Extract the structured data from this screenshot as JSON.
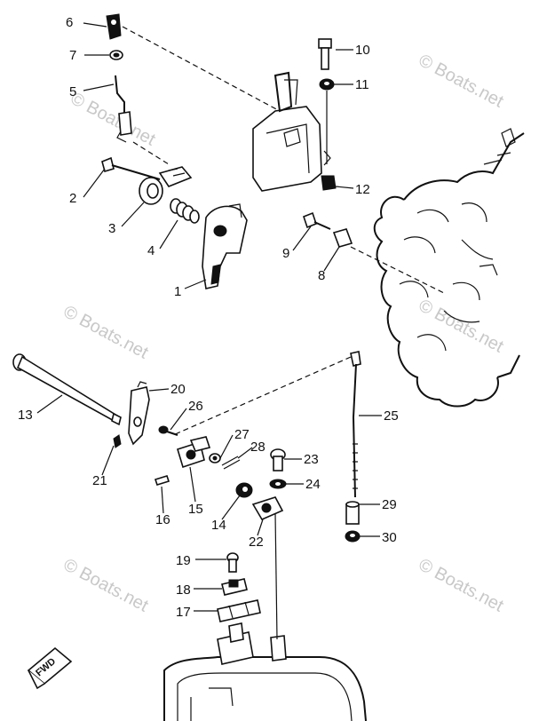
{
  "watermarks": [
    "© Boats.net",
    "© Boats.net",
    "© Boats.net",
    "© Boats.net",
    "© Boats.net",
    "© Boats.net"
  ],
  "fwd_label": "FWD",
  "labels": {
    "l1": "1",
    "l2": "2",
    "l3": "3",
    "l4": "4",
    "l5": "5",
    "l6": "6",
    "l7": "7",
    "l8": "8",
    "l9": "9",
    "l10": "10",
    "l11": "11",
    "l12": "12",
    "l13": "13",
    "l14": "14",
    "l15": "15",
    "l16": "16",
    "l17": "17",
    "l18": "18",
    "l19": "19",
    "l20": "20",
    "l21": "21",
    "l22": "22",
    "l23": "23",
    "l24": "24",
    "l25": "25",
    "l26": "26",
    "l27": "27",
    "l28": "28",
    "l29": "29",
    "l30": "30"
  }
}
